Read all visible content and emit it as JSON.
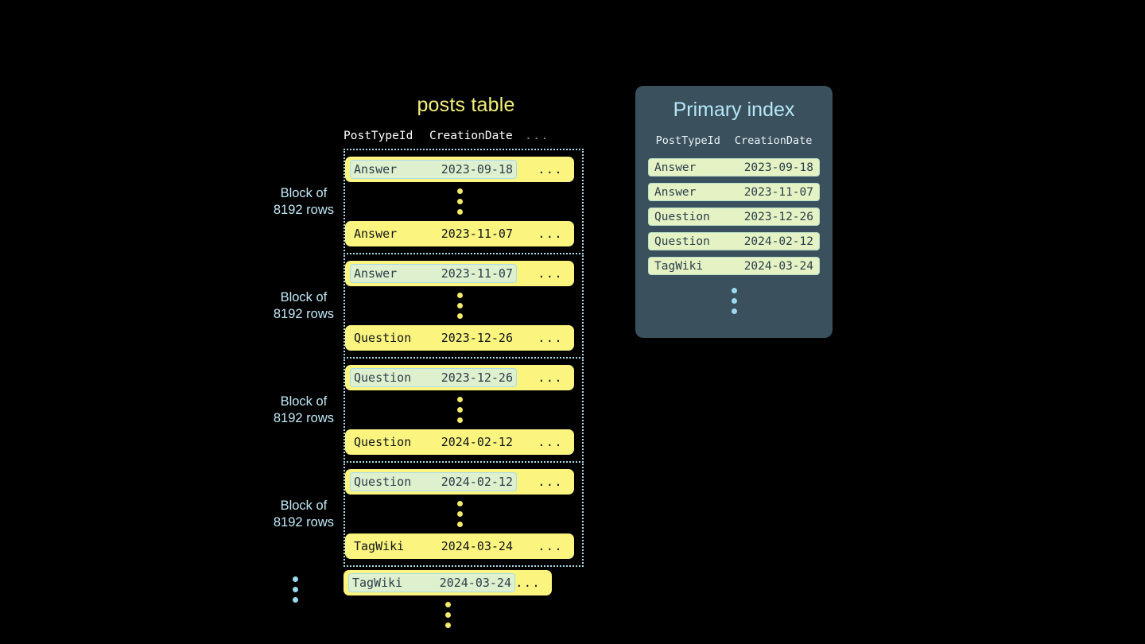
{
  "posts_table": {
    "title": "posts table",
    "columns": {
      "type": "PostTypeId",
      "date": "CreationDate",
      "more": "..."
    },
    "block_label_line1": "Block of",
    "block_label_line2": "8192 rows",
    "blocks": [
      {
        "label_line1": "Block of",
        "label_line2": "8192 rows",
        "first_row": {
          "type": "Answer",
          "date": "2023-09-18",
          "more": "...",
          "marked": true
        },
        "last_row": {
          "type": "Answer",
          "date": "2023-11-07",
          "more": "...",
          "marked": false
        }
      },
      {
        "label_line1": "Block of",
        "label_line2": "8192 rows",
        "first_row": {
          "type": "Answer",
          "date": "2023-11-07",
          "more": "...",
          "marked": true
        },
        "last_row": {
          "type": "Question",
          "date": "2023-12-26",
          "more": "...",
          "marked": false
        }
      },
      {
        "label_line1": "Block of",
        "label_line2": "8192 rows",
        "first_row": {
          "type": "Question",
          "date": "2023-12-26",
          "more": "...",
          "marked": true
        },
        "last_row": {
          "type": "Question",
          "date": "2024-02-12",
          "more": "...",
          "marked": false
        }
      },
      {
        "label_line1": "Block of",
        "label_line2": "8192 rows",
        "first_row": {
          "type": "Question",
          "date": "2024-02-12",
          "more": "...",
          "marked": true
        },
        "last_row": {
          "type": "TagWiki",
          "date": "2024-03-24",
          "more": "...",
          "marked": false
        }
      }
    ],
    "trailing_row": {
      "type": "TagWiki",
      "date": "2024-03-24",
      "more": "...",
      "marked": true
    }
  },
  "primary_index": {
    "title": "Primary index",
    "columns": {
      "type": "PostTypeId",
      "date": "CreationDate"
    },
    "rows": [
      {
        "type": "Answer",
        "date": "2023-09-18"
      },
      {
        "type": "Answer",
        "date": "2023-11-07"
      },
      {
        "type": "Question",
        "date": "2023-12-26"
      },
      {
        "type": "Question",
        "date": "2024-02-12"
      },
      {
        "type": "TagWiki",
        "date": "2024-03-24"
      }
    ]
  },
  "colors": {
    "background": "#000000",
    "row_yellow": "#fbf47e",
    "marked_green": "#dff0cf",
    "marked_border": "#a9dced",
    "block_border": "#a9dced",
    "title_yellow": "#f4f07a",
    "label_blue": "#bfe9f7",
    "panel_slate": "#3b505d",
    "index_row": "#e4f2c4",
    "dot_yellow": "#f4ea6a",
    "dot_blue": "#9bd9ef"
  }
}
